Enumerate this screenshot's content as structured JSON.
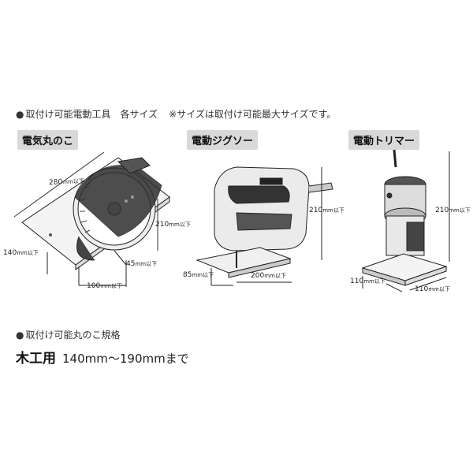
{
  "header": {
    "bullet": "●",
    "title": "取付け可能電動工具　各サイズ",
    "note": "※サイズは取付け可能最大サイズです。"
  },
  "tools": {
    "circular_saw": {
      "label": "電気丸のこ",
      "dim_length": "280",
      "dim_width": "140",
      "dim_height": "210",
      "dim_blade": "45",
      "dim_base": "100"
    },
    "jigsaw": {
      "label": "電動ジグソー",
      "dim_height": "210",
      "dim_width": "85",
      "dim_length": "200"
    },
    "trimmer": {
      "label": "電動トリマー",
      "dim_height": "210",
      "dim_width": "110",
      "dim_depth": "110"
    },
    "unit": "mm以下"
  },
  "blade_spec": {
    "bullet": "●",
    "title": "取付け可能丸のこ規格",
    "label": "木工用",
    "value": "140mm〜190mmまで"
  }
}
